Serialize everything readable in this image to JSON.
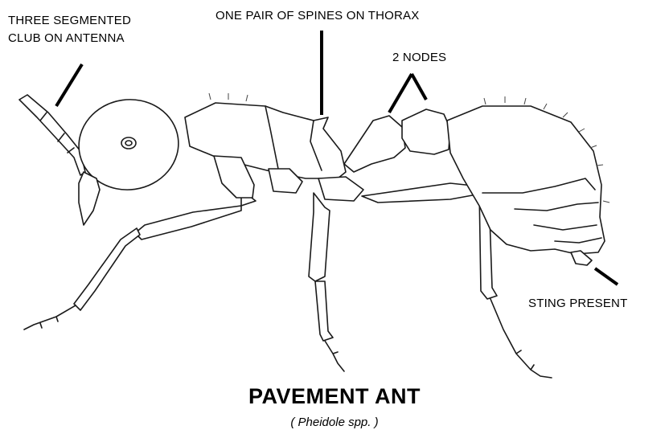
{
  "labels": {
    "antenna_line1": "THREE SEGMENTED",
    "antenna_line2": "CLUB ON ANTENNA",
    "spines": "ONE PAIR OF SPINES ON THORAX",
    "nodes": "2 NODES",
    "sting": "STING PRESENT"
  },
  "title": "PAVEMENT ANT",
  "subtitle": "( Pheidole spp. )"
}
